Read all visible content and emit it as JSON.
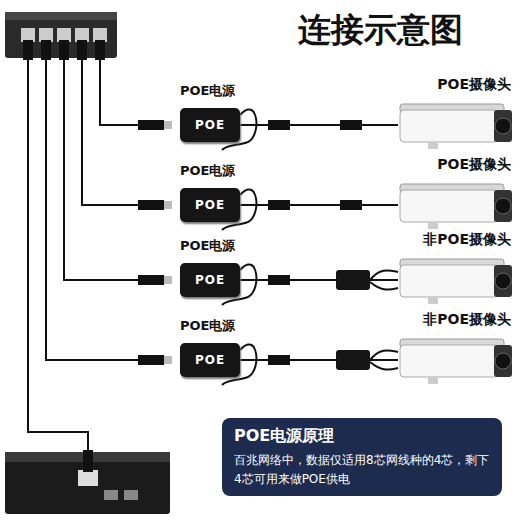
{
  "diagram": {
    "title": "连接示意图",
    "nodes": [
      {
        "text": [
          "POE电源",
          "POE"
        ]
      },
      {
        "text": [
          "POE摄像头"
        ]
      },
      {
        "text": [
          "POE电源",
          "POE"
        ]
      },
      {
        "text": [
          "POE摄像头"
        ]
      },
      {
        "text": [
          "POE电源",
          "POE"
        ]
      },
      {
        "text": [
          "非POE摄像头"
        ]
      },
      {
        "text": [
          "POE电源",
          "POE"
        ]
      },
      {
        "text": [
          "非POE摄像头"
        ]
      },
      {
        "text": [
          "POE电源原理",
          "百兆网络中，数据仅适用8芯网线种的4芯，剩下4芯可用来做POE供电"
        ]
      }
    ],
    "edges": [
      {
        "from": 0,
        "to": 1,
        "arrow": "none"
      },
      {
        "from": 2,
        "to": 3,
        "arrow": "none"
      },
      {
        "from": 4,
        "to": 5,
        "arrow": "none"
      },
      {
        "from": 6,
        "to": 7,
        "arrow": "none"
      }
    ]
  }
}
